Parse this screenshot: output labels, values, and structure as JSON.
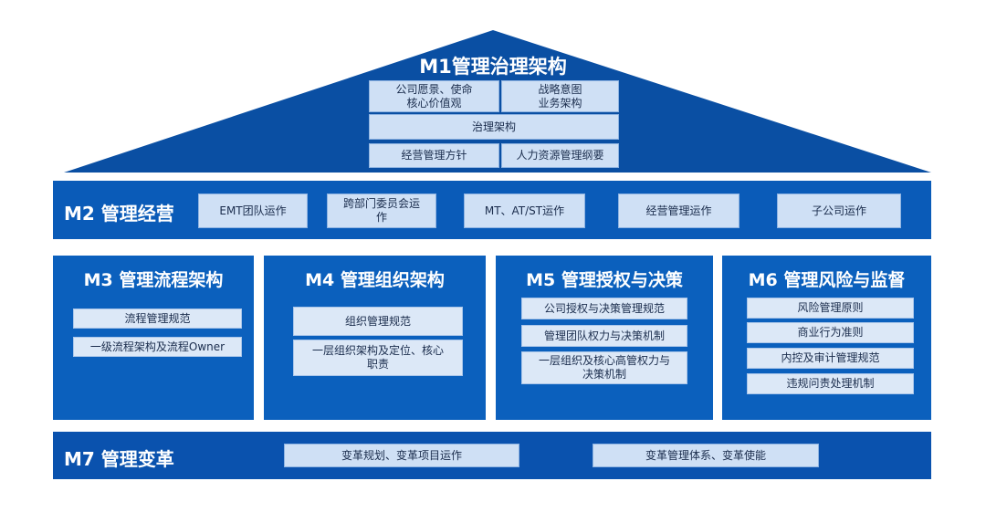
{
  "colors": {
    "roof": "#0a4fa3",
    "band": "#0a5bb8",
    "column": "#0b60bd",
    "chip_fill": "#cfe0f5",
    "chip_border": "#8fb4e2",
    "text_on_blue": "#ffffff",
    "chip_text": "#1a2c4c"
  },
  "m1": {
    "title": "M1管理治理架构",
    "items": {
      "vision": "公司愿景、使命\n核心价值观",
      "strategy": "战略意图\n业务架构",
      "governance": "治理架构",
      "policy": "经营管理方针",
      "hr": "人力资源管理纲要"
    }
  },
  "m2": {
    "title": "M2 管理经营",
    "items": [
      "EMT团队运作",
      "跨部门委员会运\n作",
      "MT、AT/ST运作",
      "经营管理运作",
      "子公司运作"
    ]
  },
  "m3": {
    "title": "M3 管理流程架构",
    "items": [
      "流程管理规范",
      "一级流程架构及流程Owner"
    ]
  },
  "m4": {
    "title": "M4 管理组织架构",
    "items": [
      "组织管理规范",
      "一层组织架构及定位、核心\n职责"
    ]
  },
  "m5": {
    "title": "M5 管理授权与决策",
    "items": [
      "公司授权与决策管理规范",
      "管理团队权力与决策机制",
      "一层组织及核心高管权力与\n决策机制"
    ]
  },
  "m6": {
    "title": "M6 管理风险与监督",
    "items": [
      "风险管理原则",
      "商业行为准则",
      "内控及审计管理规范",
      "违规问责处理机制"
    ]
  },
  "m7": {
    "title": "M7 管理变革",
    "items": [
      "变革规划、变革项目运作",
      "变革管理体系、变革使能"
    ]
  }
}
